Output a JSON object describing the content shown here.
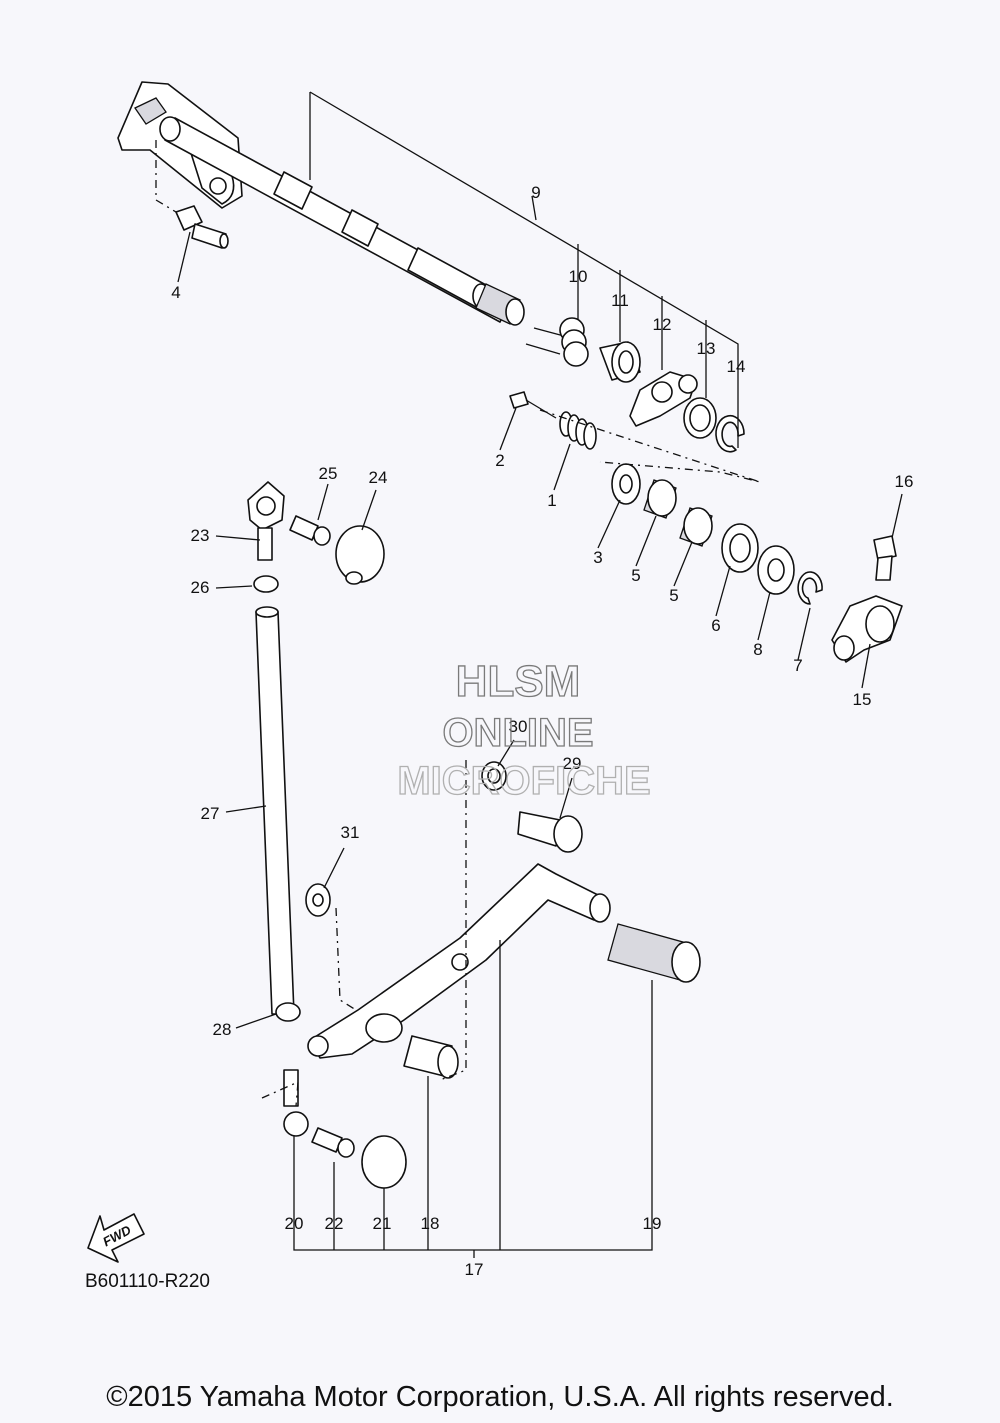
{
  "watermark": {
    "line1": "HLSM",
    "line2": "ONLINE",
    "line3": "MICROFICHE"
  },
  "diagram_code": "B601110-R220",
  "fwd_label": "FWD",
  "copyright": "©2015 Yamaha Motor Corporation, U.S.A. All rights reserved.",
  "callouts": {
    "c1": "1",
    "c2": "2",
    "c3": "3",
    "c4": "4",
    "c5a": "5",
    "c5b": "5",
    "c6": "6",
    "c7": "7",
    "c8": "8",
    "c9": "9",
    "c10": "10",
    "c11": "11",
    "c12": "12",
    "c13": "13",
    "c14": "14",
    "c15": "15",
    "c16": "16",
    "c17": "17",
    "c18": "18",
    "c19": "19",
    "c20": "20",
    "c21": "21",
    "c22": "22",
    "c23": "23",
    "c24": "24",
    "c25": "25",
    "c26": "26",
    "c27": "27",
    "c28": "28",
    "c29": "29",
    "c30": "30",
    "c31": "31"
  }
}
